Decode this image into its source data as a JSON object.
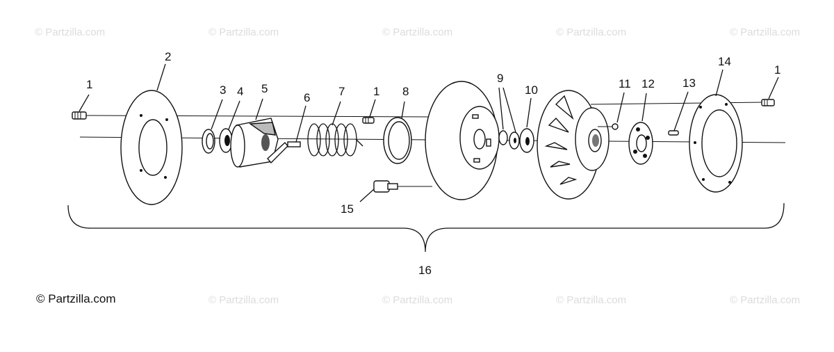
{
  "watermarks": {
    "text": "© Partzilla.com",
    "main_text": "© Partzilla.com"
  },
  "callouts": {
    "c1a": "1",
    "c2": "2",
    "c3": "3",
    "c4": "4",
    "c5": "5",
    "c6": "6",
    "c7": "7",
    "c1b": "1",
    "c8": "8",
    "c9": "9",
    "c10": "10",
    "c11": "11",
    "c12": "12",
    "c13": "13",
    "c14": "14",
    "c1c": "1",
    "c15": "15",
    "c16": "16"
  }
}
